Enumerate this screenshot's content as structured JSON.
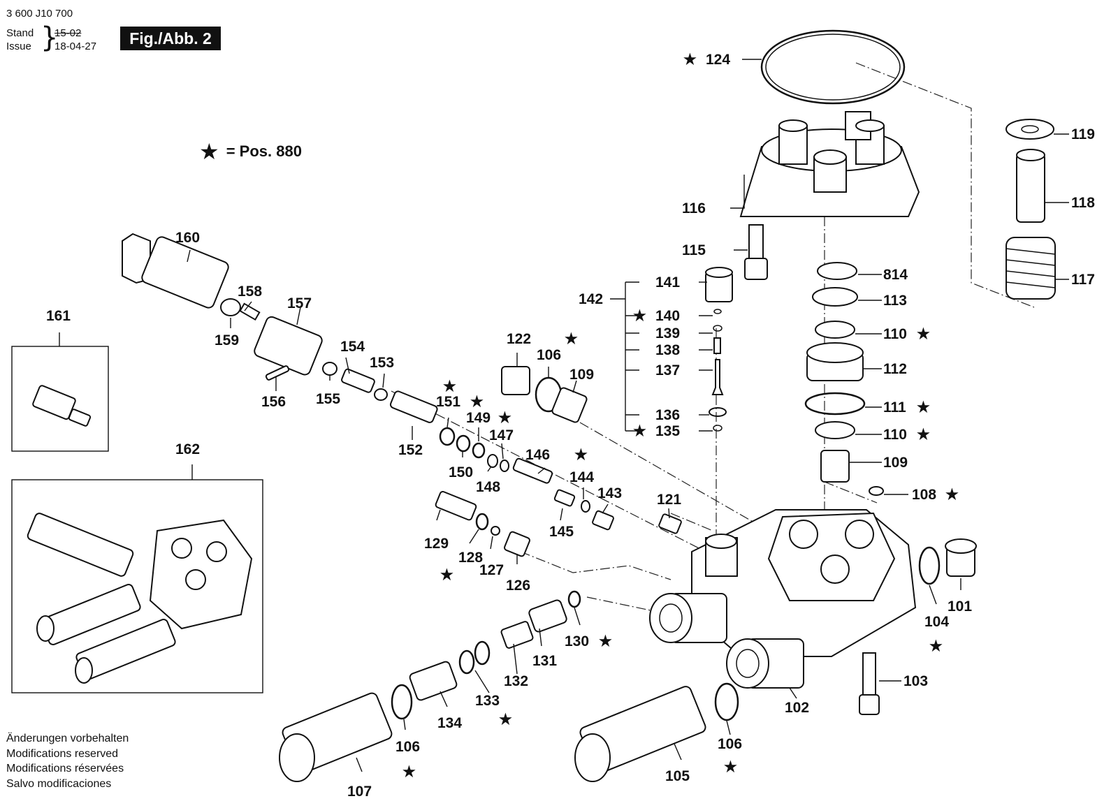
{
  "header": {
    "doc_number": "3 600 J10 700",
    "stand_label": "Stand",
    "issue_label": "Issue",
    "stand_date": "15-02",
    "issue_date": "18-04-27",
    "figure_label": "Fig./Abb. 2"
  },
  "legend": {
    "star": "★",
    "text": "= Pos. 880"
  },
  "footer": {
    "lines": [
      "Änderungen vorbehalten",
      "Modifications reserved",
      "Modifications réservées",
      "Salvo modificaciones"
    ]
  },
  "parts": {
    "p124": "124",
    "p119": "119",
    "p118": "118",
    "p117": "117",
    "p116": "116",
    "p115": "115",
    "p814": "814",
    "p113": "113",
    "p110a": "110",
    "p112": "112",
    "p111": "111",
    "p110b": "110",
    "p109b": "109",
    "p108": "108",
    "p101": "101",
    "p104": "104",
    "p103": "103",
    "p102": "102",
    "p106c": "106",
    "p105": "105",
    "p141": "141",
    "p142": "142",
    "p140": "140",
    "p139": "139",
    "p138": "138",
    "p137": "137",
    "p136": "136",
    "p135": "135",
    "p121": "121",
    "p122": "122",
    "p106a": "106",
    "p109a": "109",
    "p160": "160",
    "p158": "158",
    "p157": "157",
    "p159": "159",
    "p161": "161",
    "p154": "154",
    "p153": "153",
    "p156": "156",
    "p155": "155",
    "p152": "152",
    "p151": "151",
    "p149": "149",
    "p147": "147",
    "p150": "150",
    "p148": "148",
    "p146": "146",
    "p144": "144",
    "p143": "143",
    "p145": "145",
    "p129": "129",
    "p128": "128",
    "p127": "127",
    "p126": "126",
    "p162": "162",
    "p130": "130",
    "p131": "131",
    "p132": "132",
    "p133": "133",
    "p134": "134",
    "p106b": "106",
    "p107": "107"
  },
  "star": "★"
}
